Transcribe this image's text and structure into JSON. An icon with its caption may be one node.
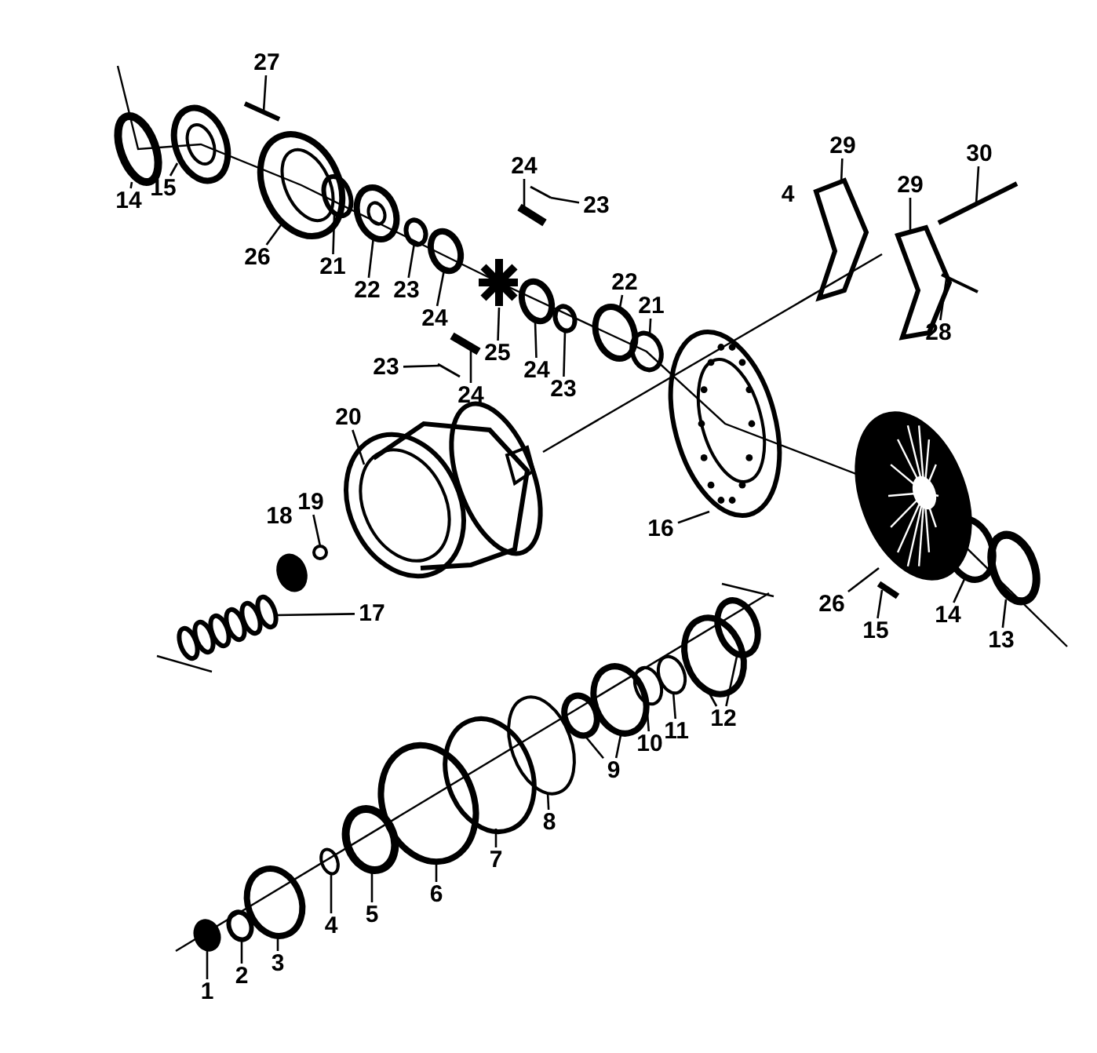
{
  "diagram": {
    "nodes": [
      {
        "text": [
          "27"
        ]
      },
      {
        "text": [
          "14"
        ]
      },
      {
        "text": [
          "15"
        ]
      },
      {
        "text": [
          "26"
        ]
      },
      {
        "text": [
          "21"
        ]
      },
      {
        "text": [
          "22"
        ]
      },
      {
        "text": [
          "23"
        ]
      },
      {
        "text": [
          "24"
        ]
      },
      {
        "text": [
          "24"
        ]
      },
      {
        "text": [
          "23"
        ]
      },
      {
        "text": [
          "29"
        ]
      },
      {
        "text": [
          "30"
        ]
      },
      {
        "text": [
          "29"
        ]
      },
      {
        "text": [
          "28"
        ]
      },
      {
        "text": [
          "22"
        ]
      },
      {
        "text": [
          "21"
        ]
      },
      {
        "text": [
          "25"
        ]
      },
      {
        "text": [
          "24"
        ]
      },
      {
        "text": [
          "23"
        ]
      },
      {
        "text": [
          "23"
        ]
      },
      {
        "text": [
          "24"
        ]
      },
      {
        "text": [
          "20"
        ]
      },
      {
        "text": [
          "19"
        ]
      },
      {
        "text": [
          "17"
        ]
      },
      {
        "text": [
          "16"
        ]
      },
      {
        "text": [
          "26"
        ]
      },
      {
        "text": [
          "15"
        ]
      },
      {
        "text": [
          "14"
        ]
      },
      {
        "text": [
          "13"
        ]
      },
      {
        "text": [
          "12"
        ]
      },
      {
        "text": [
          "11"
        ]
      },
      {
        "text": [
          "10"
        ]
      },
      {
        "text": [
          "9"
        ]
      },
      {
        "text": [
          "8"
        ]
      },
      {
        "text": [
          "7"
        ]
      },
      {
        "text": [
          "6"
        ]
      },
      {
        "text": [
          "5"
        ]
      },
      {
        "text": [
          "4"
        ]
      },
      {
        "text": [
          "3"
        ]
      },
      {
        "text": [
          "2"
        ]
      },
      {
        "text": [
          "1"
        ]
      },
      {
        "text": [],
        "shape": "bar"
      },
      {
        "text": [],
        "shape": "circle"
      },
      {
        "text": [],
        "shape": "picture"
      },
      {
        "text": [],
        "shape": "picture"
      },
      {
        "text": [],
        "shape": "circle"
      },
      {
        "text": [],
        "shape": "picture"
      },
      {
        "text": [],
        "shape": "circle"
      },
      {
        "text": [],
        "shape": "circle"
      },
      {
        "text": [],
        "shape": "bar"
      },
      {
        "text": [],
        "shape": "bar"
      },
      {
        "text": [],
        "shape": "picture"
      },
      {
        "text": [],
        "shape": "bar"
      },
      {
        "text": [],
        "shape": "picture"
      },
      {
        "text": [],
        "shape": "bar"
      },
      {
        "text": [],
        "shape": "circle"
      },
      {
        "text": [],
        "shape": "circle"
      },
      {
        "text": [],
        "shape": "picture"
      },
      {
        "text": [],
        "shape": "circle"
      },
      {
        "text": [],
        "shape": "circle"
      },
      {
        "text": [],
        "shape": "bar"
      },
      {
        "text": [],
        "shape": "bar"
      },
      {
        "text": [],
        "shape": "picture"
      },
      {
        "text": [],
        "shape": "circle"
      },
      {
        "text": [],
        "shape": "picture"
      },
      {
        "text": [],
        "shape": "picture"
      },
      {
        "text": [],
        "shape": "picture"
      },
      {
        "text": [],
        "shape": "bar"
      },
      {
        "text": [],
        "shape": "circle"
      },
      {
        "text": [],
        "shape": "circle"
      },
      {
        "text": [],
        "shape": "circle"
      },
      {
        "text": [],
        "shape": "circle"
      },
      {
        "text": [],
        "shape": "circle"
      },
      {
        "text": [],
        "shape": "circle"
      },
      {
        "text": [],
        "shape": "circle"
      },
      {
        "text": [],
        "shape": "circle"
      },
      {
        "text": [],
        "shape": "circle"
      },
      {
        "text": [],
        "shape": "circle"
      },
      {
        "text": [],
        "shape": "circle"
      },
      {
        "text": [],
        "shape": "circle"
      },
      {
        "text": [],
        "shape": "circle"
      },
      {
        "text": [],
        "shape": "circle"
      },
      {
        "text": [],
        "shape": "circle"
      },
      {
        "text": [],
        "shape": "circle"
      }
    ],
    "edges": [
      {
        "from": 0,
        "to": 41,
        "arrow": "none"
      },
      {
        "from": 1,
        "to": 42,
        "arrow": "none"
      },
      {
        "from": 2,
        "to": 43,
        "arrow": "none"
      },
      {
        "from": 3,
        "to": 44,
        "arrow": "none"
      },
      {
        "from": 4,
        "to": 45,
        "arrow": "none"
      },
      {
        "from": 5,
        "to": 46,
        "arrow": "none"
      },
      {
        "from": 6,
        "to": 47,
        "arrow": "none"
      },
      {
        "from": 7,
        "to": 48,
        "arrow": "none"
      },
      {
        "from": 8,
        "to": 49,
        "arrow": "none"
      },
      {
        "from": 9,
        "to": 50,
        "arrow": "none"
      },
      {
        "from": 10,
        "to": 51,
        "arrow": "none"
      },
      {
        "from": 11,
        "to": 52,
        "arrow": "none"
      },
      {
        "from": 12,
        "to": 53,
        "arrow": "none"
      },
      {
        "from": 13,
        "to": 54,
        "arrow": "none"
      },
      {
        "from": 14,
        "to": 55,
        "arrow": "none"
      },
      {
        "from": 15,
        "to": 56,
        "arrow": "none"
      },
      {
        "from": 16,
        "to": 57,
        "arrow": "none"
      },
      {
        "from": 17,
        "to": 58,
        "arrow": "none"
      },
      {
        "from": 18,
        "to": 59,
        "arrow": "none"
      },
      {
        "from": 19,
        "to": 60,
        "arrow": "none"
      },
      {
        "from": 20,
        "to": 61,
        "arrow": "none"
      },
      {
        "from": 21,
        "to": 62,
        "arrow": "none"
      },
      {
        "from": 22,
        "to": 63,
        "arrow": "none"
      },
      {
        "from": 23,
        "to": 64,
        "arrow": "none"
      },
      {
        "from": 24,
        "to": 65,
        "arrow": "none"
      },
      {
        "from": 25,
        "to": 66,
        "arrow": "none"
      },
      {
        "from": 26,
        "to": 67,
        "arrow": "none"
      },
      {
        "from": 27,
        "to": 68,
        "arrow": "none"
      },
      {
        "from": 28,
        "to": 69,
        "arrow": "none"
      },
      {
        "from": 29,
        "to": 70,
        "arrow": "none"
      },
      {
        "from": 29,
        "to": 71,
        "arrow": "none"
      },
      {
        "from": 30,
        "to": 72,
        "arrow": "none"
      },
      {
        "from": 31,
        "to": 73,
        "arrow": "none"
      },
      {
        "from": 32,
        "to": 74,
        "arrow": "none"
      },
      {
        "from": 32,
        "to": 75,
        "arrow": "none"
      },
      {
        "from": 33,
        "to": 76,
        "arrow": "none"
      },
      {
        "from": 34,
        "to": 77,
        "arrow": "none"
      },
      {
        "from": 35,
        "to": 78,
        "arrow": "none"
      },
      {
        "from": 36,
        "to": 79,
        "arrow": "none"
      },
      {
        "from": 37,
        "to": 80,
        "arrow": "none"
      },
      {
        "from": 38,
        "to": 81,
        "arrow": "none"
      },
      {
        "from": 39,
        "to": 82,
        "arrow": "none"
      },
      {
        "from": 40,
        "to": 83,
        "arrow": "none"
      }
    ],
    "labels": [
      "4",
      "18"
    ]
  }
}
